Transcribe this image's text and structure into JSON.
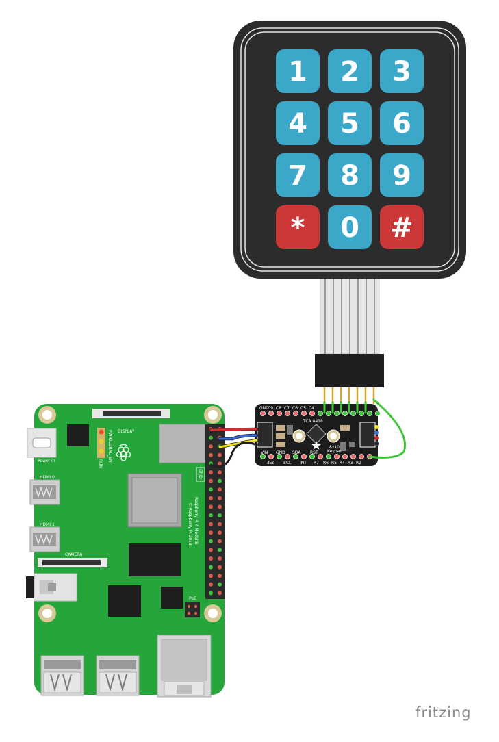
{
  "keypad": {
    "keys": [
      {
        "label": "1",
        "color": "#3ba8c9"
      },
      {
        "label": "2",
        "color": "#3ba8c9"
      },
      {
        "label": "3",
        "color": "#3ba8c9"
      },
      {
        "label": "4",
        "color": "#3ba8c9"
      },
      {
        "label": "5",
        "color": "#3ba8c9"
      },
      {
        "label": "6",
        "color": "#3ba8c9"
      },
      {
        "label": "7",
        "color": "#3ba8c9"
      },
      {
        "label": "8",
        "color": "#3ba8c9"
      },
      {
        "label": "9",
        "color": "#3ba8c9"
      },
      {
        "label": "*",
        "color": "#cc3838"
      },
      {
        "label": "0",
        "color": "#3ba8c9"
      },
      {
        "label": "#",
        "color": "#cc3838"
      }
    ]
  },
  "breakout": {
    "name": "TCA 8418",
    "subtitle_1": "8x10",
    "subtitle_2": "Keypad",
    "top_pins": [
      "GND",
      "C9",
      "C8",
      "C7",
      "C6",
      "C5",
      "C4",
      "",
      "",
      "",
      "",
      "",
      "",
      "",
      ""
    ],
    "bottom_pins": [
      "3Vo",
      "SCL",
      "INT",
      "R7",
      "R6",
      "R5",
      "R4",
      "R3",
      "R2"
    ],
    "bottom_upper_pins": [
      "VIN",
      "GND",
      "SDA",
      "RST"
    ]
  },
  "pi": {
    "model_line_1": "Raspberry Pi 4 Model B",
    "model_line_2": "© Raspberry Pi 2018",
    "power_label": "Power in",
    "hdmi0_label": "HDMI 0",
    "hdmi1_label": "HDMI 1",
    "camera_label": "CAMERA",
    "display_label": "DISPLAY",
    "led_label_1": "PWR",
    "led_label_2": "GLOBAL_EN",
    "led_label_3": "RUN",
    "gpio_label": "GPIO",
    "poe_label": "PoE",
    "board_color": "#26a63a"
  },
  "wires": {
    "red": "#d62b2b",
    "black": "#222222",
    "blue": "#3a6fd8",
    "yellow": "#f2e21b",
    "green": "#3fc43a"
  },
  "footer": {
    "brand": "fritzing"
  }
}
